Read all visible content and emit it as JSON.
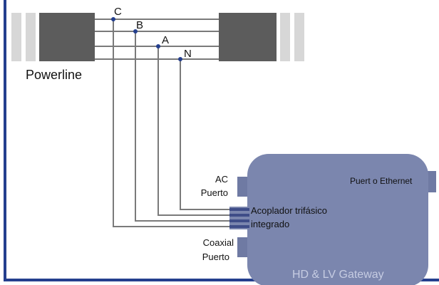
{
  "powerline": {
    "label": "Powerline",
    "conductors": [
      "C",
      "B",
      "A",
      "N"
    ]
  },
  "gateway": {
    "name": "HD & LV Gateway",
    "ac_port": [
      "AC",
      "Puerto"
    ],
    "ethernet_port": "Puert o Ethernet",
    "coupler": [
      "Acoplador trifásico",
      "integrado"
    ],
    "coax_port": [
      "Coaxial",
      "Puerto"
    ]
  },
  "colors": {
    "frame_border": "#243f8e",
    "cable_block": "#5c5c5c",
    "insulator": "#d7d7d7",
    "wire": "#7a7a7a",
    "tap_point": "#243f8e",
    "gateway_fill": "#7b86ae",
    "gateway_port": "#6f7aa3",
    "coupler_stripe": "#3f4d88",
    "gateway_label": "#c6cce2"
  }
}
